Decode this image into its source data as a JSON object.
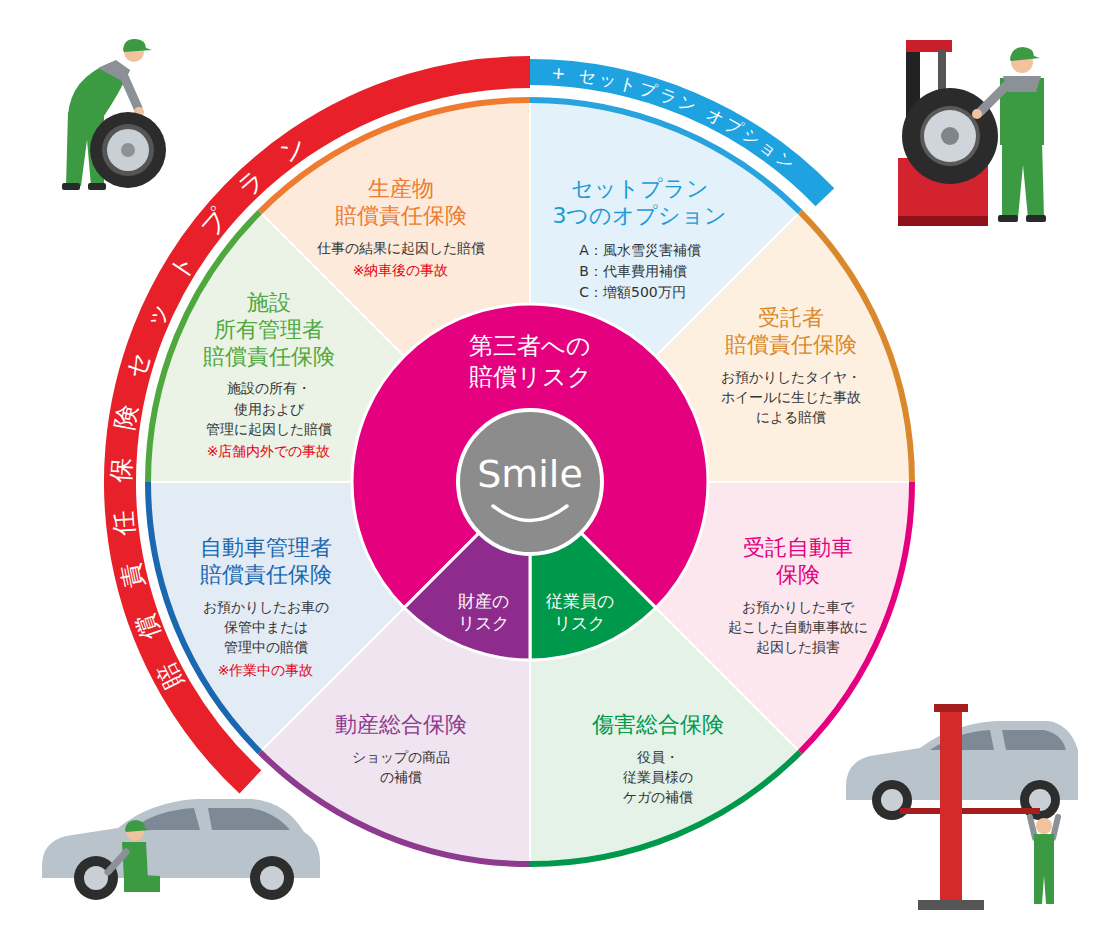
{
  "diagram": {
    "nodes": [
      {
        "text": [
          "賠償責任保険セットプラン"
        ]
      },
      {
        "text": [
          "+ セットプラン オプション"
        ]
      },
      {
        "text": [
          "生産物 賠償責任保険",
          "仕事の結果に起因した賠償",
          "※納車後の事故"
        ]
      },
      {
        "text": [
          "セットプラン 3つのオプション",
          "A：風水雪災害補償",
          "B：代車費用補償",
          "C：増額500万円"
        ]
      },
      {
        "text": [
          "施設 所有管理者 賠償責任保険",
          "施設の所有・使用および 管理に起因した賠償",
          "※店舗内外での事故"
        ]
      },
      {
        "text": [
          "受託者 賠償責任保険",
          "お預かりしたタイヤ・ ホイールに生じた事故 による賠償"
        ]
      },
      {
        "text": [
          "第三者への 賠償リスク"
        ]
      },
      {
        "text": [
          "Smile"
        ]
      },
      {
        "text": [
          "財産の リスク"
        ]
      },
      {
        "text": [
          "従業員の リスク"
        ]
      },
      {
        "text": [
          "自動車管理者 賠償責任保険",
          "お預かりしたお車の 保管中または 管理中の賠償",
          "※作業中の事故"
        ]
      },
      {
        "text": [
          "受託自動車 保険",
          "お預かりした車で 起こした自動車事故に 起因した損害"
        ]
      },
      {
        "text": [
          "動産総合保険",
          "ショップの商品 の補償"
        ]
      },
      {
        "text": [
          "傷害総合保険",
          "役員・従業員様の ケガの補償"
        ]
      }
    ]
  }
}
